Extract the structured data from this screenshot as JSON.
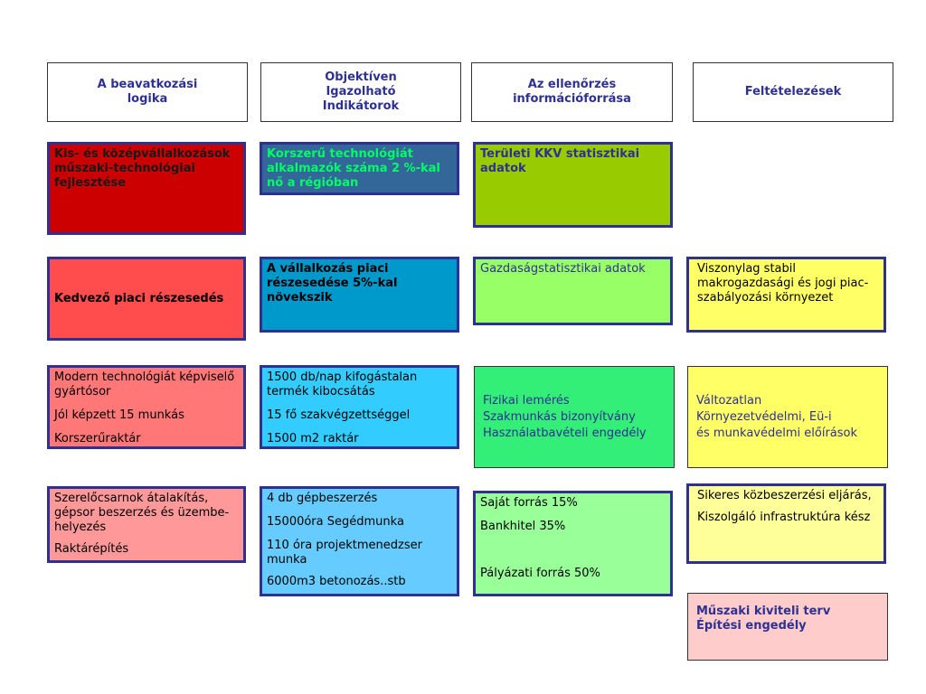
{
  "headers": {
    "logic": "A beavatkozási\nlogika",
    "indicators": "Objektíven\nIgazolható\nIndikátorok",
    "sources": "Az ellenőrzés\ninformációforrása",
    "assumptions": "Feltételezések"
  },
  "row1": {
    "logic": "Kis- és középvállalkozások műszaki-technológiai fejlesztése",
    "indicator": "Korszerű technológiát alkalmazók száma 2 %-kal nő a régióban",
    "source": "Területi KKV statisztikai adatok"
  },
  "row2": {
    "logic": "Kedvező piaci részesedés",
    "indicator": "A vállalkozás piaci részesedése 5%-kal növekszik",
    "source": "Gazdaságstatisztikai adatok",
    "assumption": "Viszonylag stabil makrogazdasági és jogi piac-szabályozási környezet"
  },
  "row3": {
    "logic": [
      "Modern technológiát képviselő gyártósor",
      "Jól képzett 15 munkás",
      "Korszerűraktár"
    ],
    "indicator": [
      "1500 db/nap kifogástalan termék kibocsátás",
      "15 fő szakvégzettséggel",
      "1500 m2 raktár"
    ],
    "source": [
      "Fizikai lemérés",
      "Szakmunkás bizonyítvány",
      "Használatbavételi engedély"
    ],
    "assumption": [
      "Változatlan",
      "Környezetvédelmi, Eü-i",
      "és munkavédelmi előírások"
    ]
  },
  "row4": {
    "logic": [
      "Szerelőcsarnok átalakítás, gépsor beszerzés és üzembe-helyezés",
      "Raktárépítés"
    ],
    "indicator": [
      "4 db gépbeszerzés",
      "15000óra Segédmunka",
      "110 óra projektmenedzser munka",
      "6000m3 betonozás..stb"
    ],
    "source": [
      "Saját forrás 15%",
      "Bankhitel  35%",
      "Pályázati forrás 50%"
    ],
    "assumption": [
      "Sikeres közbeszerzési eljárás,",
      "Kiszolgáló infrastruktúra kész"
    ]
  },
  "preconditions": [
    "Műszaki kiviteli terv",
    "Építési engedély"
  ],
  "colors": {
    "header_text": "#2e3192",
    "border": "#2e3192",
    "red_dark": "#cc0000",
    "red": "#ff4c4c",
    "red_light": "#ff7777",
    "red_pale": "#ff9999",
    "steel_blue": "#336699",
    "blue": "#0099cc",
    "cyan": "#33ccff",
    "sky": "#66ccff",
    "lime": "#99cc00",
    "green_light": "#99ff66",
    "green": "#33ee77",
    "pale_green": "#99ff99",
    "yellow": "#ffff66",
    "yellow_pale": "#ffff99",
    "pink": "#ffcccc",
    "green_text": "#00ff66"
  }
}
